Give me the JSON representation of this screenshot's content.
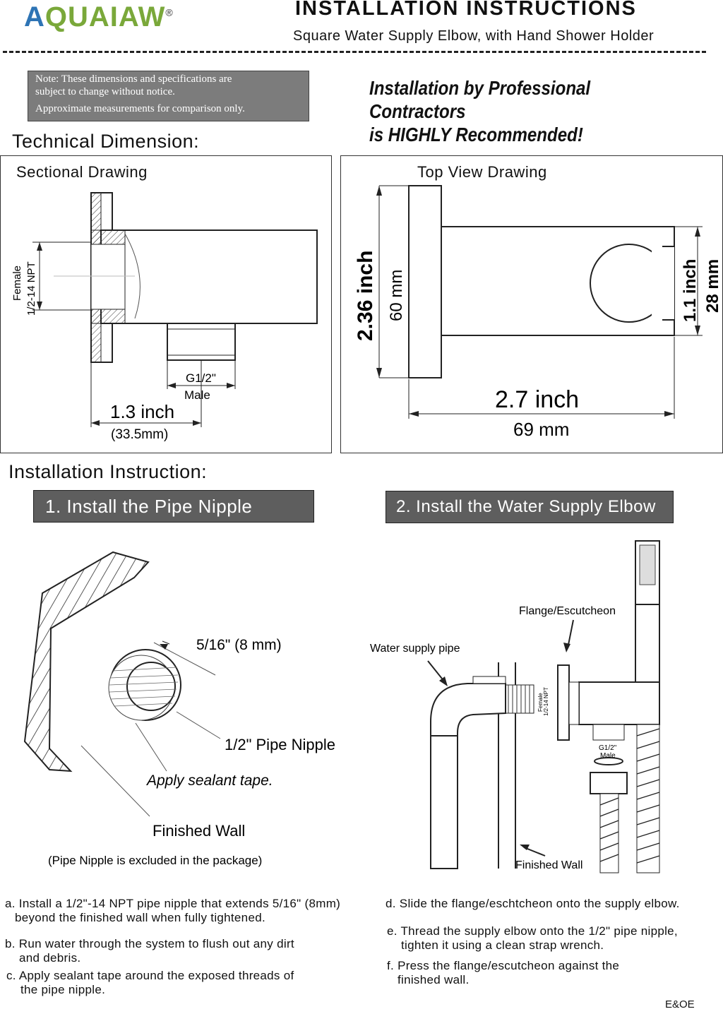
{
  "header": {
    "logo_a": "A",
    "logo_rest": "QUAIAW",
    "logo_reg": "®",
    "title": "INSTALLATION INSTRUCTIONS",
    "subtitle": "Square Water Supply Elbow, with Hand Shower Holder"
  },
  "note": {
    "line1": "Note: These dimensions and specifications are",
    "line2": "subject to change without notice.",
    "line3": "Approximate measurements for comparison only."
  },
  "professional": {
    "line1": "Installation by Professional Contractors",
    "line2": "is HIGHLY Recommended!"
  },
  "technical": {
    "heading": "Technical Dimension:",
    "sectional": {
      "title": "Sectional Drawing",
      "female_1": "Female",
      "female_2": "1/2-14  NPT",
      "thread_1": "G1/2\"",
      "thread_2": "Male",
      "width_in": "1.3 inch",
      "width_mm": "(33.5mm)"
    },
    "top_view": {
      "title": "Top View Drawing",
      "height_in": "2.36 inch",
      "height_mm": "60 mm",
      "holder_in": "1.1 inch",
      "holder_mm": "28 mm",
      "length_in": "2.7 inch",
      "length_mm": "69 mm"
    }
  },
  "installation": {
    "heading": "Installation Instruction:",
    "step1": {
      "title": "1. Install the Pipe Nipple",
      "extend": "5/16\" (8 mm)",
      "nipple": "1/2\" Pipe Nipple",
      "sealant": "Apply sealant tape.",
      "wall": "Finished Wall",
      "excluded": "(Pipe Nipple is excluded in the package)"
    },
    "step2": {
      "title": "2. Install the Water Supply Elbow",
      "flange": "Flange/Escutcheon",
      "supply": "Water supply pipe",
      "female_1": "Female",
      "female_2": "1/2-14 NPT",
      "thread_1": "G1/2\"",
      "thread_2": "Male",
      "wall": "Finished Wall"
    }
  },
  "instructions": {
    "a1": "a. Install a 1/2\"-14 NPT pipe nipple that extends 5/16\" (8mm)",
    "a2": "beyond the finished wall when fully tightened.",
    "b1": "b. Run water through the system to flush out any dirt",
    "b2": "and debris.",
    "c1": "c. Apply sealant tape around the exposed threads of",
    "c2": "the pipe nipple.",
    "d1": "d. Slide the flange/eschtcheon onto the supply elbow.",
    "e1": "e. Thread the supply elbow onto the 1/2\" pipe nipple,",
    "e2": "tighten it using a clean strap wrench.",
    "f1": "f. Press the flange/escutcheon against the",
    "f2": "finished wall."
  },
  "footer": {
    "eoe": "E&OE"
  }
}
